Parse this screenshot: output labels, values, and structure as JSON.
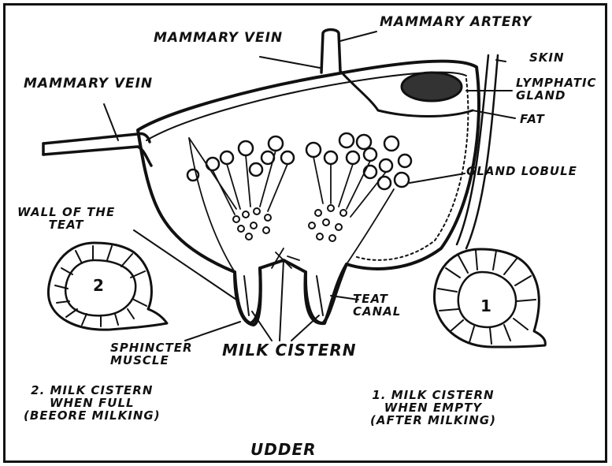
{
  "labels": {
    "mammary_vein_top": "MAMMARY VEIN",
    "mammary_artery": "MAMMARY ARTERY",
    "mammary_vein_left": "MAMMARY VEIN",
    "skin": "SKIN",
    "lymphatic_gland": "LYMPHATIC\nGLAND",
    "fat": "FAT",
    "gland_lobule": "GLAND LOBULE",
    "wall_of_teat": "WALL OF THE\nTEAT",
    "teat_canal": "TEAT\nCANAL",
    "sphincter_muscle": "SPHINCTER\nMUSCLE",
    "milk_cistern": "MILK CISTERN",
    "cistern_full_number": "2",
    "cistern_empty_number": "1",
    "caption_full": "2. MILK CISTERN\nWHEN FULL\n(BEEORE MILKING)",
    "caption_empty": "1. MILK CISTERN\nWHEN EMPTY\n(AFTER MILKING)",
    "title": "UDDER"
  }
}
